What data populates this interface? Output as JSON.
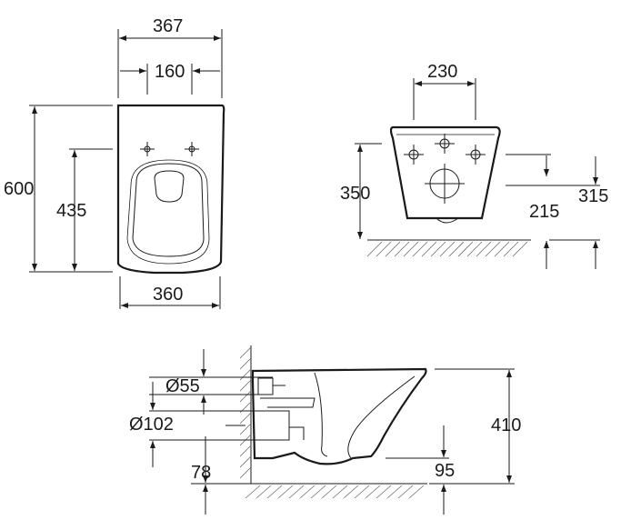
{
  "top_view": {
    "width_overall": "367",
    "hole_spacing": "160",
    "length_overall": "600",
    "fixing_distance": "435",
    "width_bottom": "360"
  },
  "front_view": {
    "hole_spacing": "230",
    "height_total": "350",
    "height_outlet": "215",
    "height_fixing": "315"
  },
  "side_view": {
    "inlet_diameter": "Ø55",
    "outlet_diameter": "Ø102",
    "outlet_height": "78",
    "height_total": "410",
    "offset_floor": "95"
  },
  "colors": {
    "line": "#1a1a1a",
    "hatch": "#6a6a6a",
    "background": "#ffffff"
  }
}
